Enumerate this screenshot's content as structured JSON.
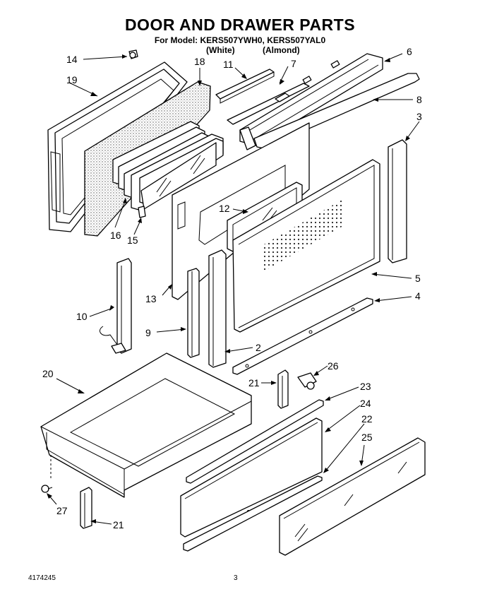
{
  "header": {
    "title": "DOOR AND DRAWER PARTS",
    "model_line": "For Model: KERS507YWH0, KERS507YAL0",
    "variant_white": "(White)",
    "variant_almond": "(Almond)"
  },
  "callouts": {
    "c14": "14",
    "c19": "19",
    "c18": "18",
    "c11": "11",
    "c7": "7",
    "c6": "6",
    "c8": "8",
    "c3": "3",
    "c16": "16",
    "c15": "15",
    "c12": "12",
    "c13": "13",
    "c10": "10",
    "c9": "9",
    "c5": "5",
    "c4": "4",
    "c2": "2",
    "c20": "20",
    "c26": "26",
    "c21a": "21",
    "c23": "23",
    "c24": "24",
    "c22": "22",
    "c25": "25",
    "c27": "27",
    "c21b": "21"
  },
  "footer": {
    "doc_number": "4174245",
    "page_number": "3"
  }
}
